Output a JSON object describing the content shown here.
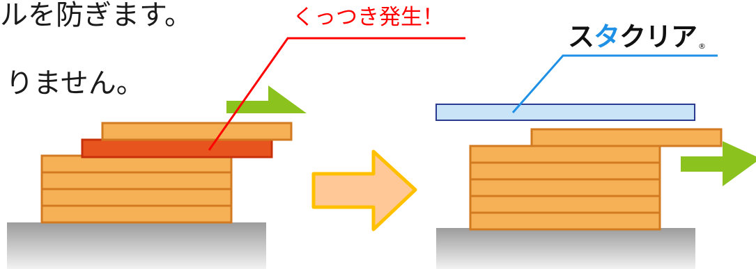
{
  "texts": {
    "line1": "ルを防ぎます。",
    "line2": "りません。",
    "warning_label": "くっつき発生！"
  },
  "logo": {
    "brand_parts": [
      "ス",
      "タ",
      "クリア"
    ],
    "mark": "®"
  },
  "colors": {
    "sheet_orange": "#f6b056",
    "sheet_stroke": "#d27a20",
    "stuck_sheet": "#e8541e",
    "stuck_stroke": "#c8300a",
    "warning_red": "#ff0000",
    "arrow_green": "#8bc21e",
    "big_arrow_fill": "#ffc896",
    "big_arrow_stroke": "#ffc000",
    "film_fill": "#c9e4f7",
    "film_stroke": "#2a3b8f",
    "callout_blue": "#1e90e6",
    "logo_dark": "#111111",
    "logo_blue": "#1e90e6",
    "text_dark": "#1a1a1a",
    "floor_top": "#9c9c9c",
    "floor_bottom": "#f2f2f2"
  },
  "icons": [
    "green-arrow-icon",
    "big-right-arrow-icon"
  ]
}
